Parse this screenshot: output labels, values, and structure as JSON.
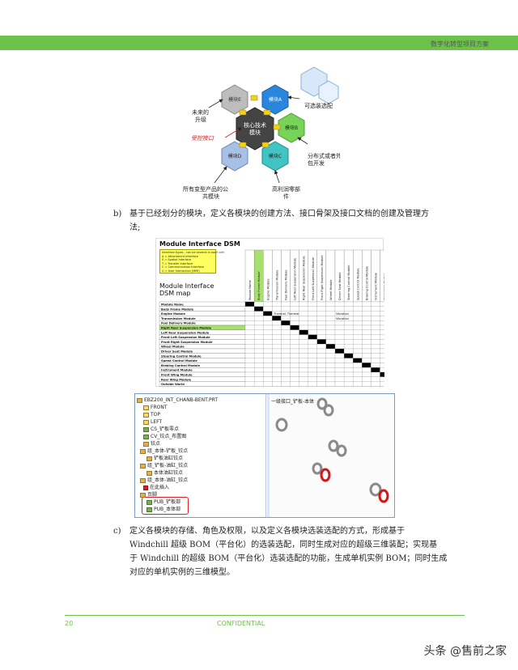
{
  "header": {
    "title": "数字化转型项目方案"
  },
  "diagram": {
    "labels": {
      "module_e": "模块E",
      "module_a": "模块A",
      "module_b": "模块B",
      "module_c": "模块C",
      "module_d": "模块D",
      "core": "核心技术\n模块",
      "future": "未来的\n升级",
      "optional": "可选装选配",
      "interface": "受控接口",
      "distributed": "分布式或者外\n包开发",
      "platform": "所有变型产品的公\n共模块",
      "profit": "高利润零部\n件"
    },
    "colors": {
      "core": "#404040",
      "module_a": "#2080d8",
      "module_b": "#70d050",
      "module_c": "#40c0c0",
      "module_d": "#a0b8e0",
      "module_e": "#b8b8b8",
      "accent": "#d02020"
    }
  },
  "paragraph_b": {
    "marker": "b)",
    "line1": "基于已经划分的模块，定义各模块的创建方法、接口骨架及接口文档的创建及管理方",
    "line2": "法;"
  },
  "dsm": {
    "title": "Module Interface DSM",
    "legend": [
      "Interface types - can be several in each cell",
      "A = Attachment Interface",
      "S = Spatial Interface",
      "T = Transfer Interface",
      "C = Communication Interface",
      "U = User Interaction (MMI)"
    ],
    "map_label": "Module Interface\nDSM map",
    "rows": [
      "Module Name",
      "Body Frame Module",
      "Engine Module",
      "Transmission Module",
      "Fuel Delivery Module",
      "Right Rear Suspension Module",
      "Left Rear Suspension Module",
      "Front Left Suspension Module",
      "Front Right Suspension Module",
      "Wheel Module",
      "Driver Seat Module",
      "Steering Control Module",
      "Speed Control Module",
      "Braking Control Module",
      "Instrument Module",
      "Front Wing Module",
      "Rear Wing Module",
      "Outside World"
    ],
    "columns": [
      "Module Name",
      "Body Frame Module",
      "Engine Module",
      "Transmission Module",
      "Fuel Delivery Module",
      "Left Rear Suspension Module",
      "Right Rear Suspension Module",
      "Front Left Suspension Module",
      "Front Right Suspension Module",
      "Wheel Module",
      "Driver Seat Module",
      "Steering Control Module",
      "Speed Control Module",
      "Braking Control Module",
      "Instrument Module",
      "Front Wing Module",
      "Rear Wing Module",
      "Outside World"
    ],
    "notes": [
      "Thermal, Thermal",
      "Vibration",
      "Vibration"
    ]
  },
  "cad": {
    "tree": [
      {
        "label": "EBZ200_INT_CHANB-BENT.PRT",
        "icon": "part-icon"
      },
      {
        "label": "FRONT",
        "icon": "plane-icon"
      },
      {
        "label": "TOP",
        "icon": "plane-icon"
      },
      {
        "label": "LEFT",
        "icon": "plane-icon"
      },
      {
        "label": "CS_铲板零点",
        "icon": "csys-icon"
      },
      {
        "label": "CV_铰点_布置图",
        "icon": "curve-icon"
      },
      {
        "label": "铰点",
        "icon": "point-icon"
      },
      {
        "label": "组_本体-铲板_铰点",
        "icon": "group-icon"
      },
      {
        "label": "铲板油缸铰点",
        "icon": "point-icon"
      },
      {
        "label": "组_铲板-油缸_铰点",
        "icon": "group-icon"
      },
      {
        "label": "本体油缸铰点",
        "icon": "point-icon"
      },
      {
        "label": "组_本体-油缸_铰点",
        "icon": "group-icon"
      },
      {
        "label": "在此插入",
        "icon": "insert-icon"
      },
      {
        "label": "页脚",
        "icon": "footer-icon"
      },
      {
        "label": "PUB_铲板部",
        "icon": "pub-icon"
      },
      {
        "label": "PUB_本体部",
        "icon": "pub-icon"
      }
    ],
    "viewport_title": "一级接口_铲板-本体"
  },
  "paragraph_c": {
    "marker": "c)",
    "line1": "定义各模块的存储、角色及权限，以及定义各模块选装选配的方式，形成基于",
    "line2": "Windchill 超级 BOM（平台化）的选装选配，同时生成对应的超级三维装配；实现基",
    "line3": "于 Windchill 的超级 BOM（平台化）选装选配的功能，生成单机实例 BOM；同时生成",
    "line4": "对应的单机实例的三维模型。"
  },
  "footer": {
    "page": "20",
    "label": "CONFIDENTIAL"
  },
  "watermark": "头条 @售前之家"
}
